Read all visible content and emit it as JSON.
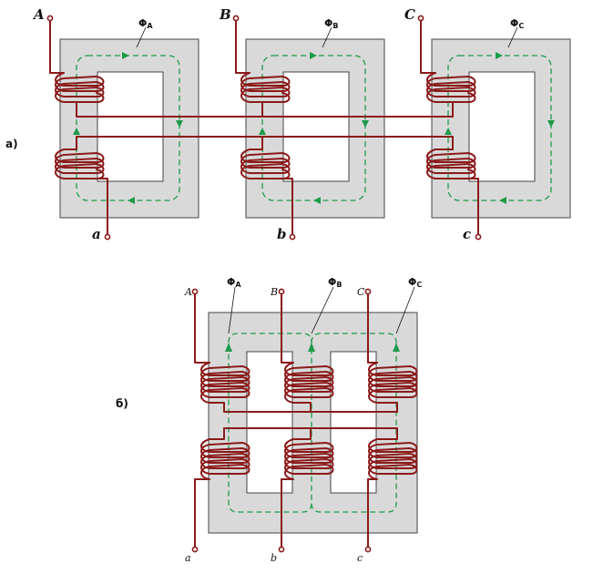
{
  "panel_a": {
    "label": "а)",
    "phases": [
      {
        "start": "A",
        "end": "a",
        "flux_symbol": "Φ",
        "flux_sub": "A"
      },
      {
        "start": "B",
        "end": "b",
        "flux_symbol": "Φ",
        "flux_sub": "B"
      },
      {
        "start": "C",
        "end": "c",
        "flux_symbol": "Φ",
        "flux_sub": "C"
      }
    ]
  },
  "panel_b": {
    "label": "б)",
    "phases": [
      {
        "start": "A",
        "end": "a",
        "flux_symbol": "Φ",
        "flux_sub": "A"
      },
      {
        "start": "B",
        "end": "b",
        "flux_symbol": "Φ",
        "flux_sub": "B"
      },
      {
        "start": "C",
        "end": "c",
        "flux_symbol": "Φ",
        "flux_sub": "C"
      }
    ]
  },
  "colors": {
    "core": "#d9d9d9",
    "winding": "#8b1a1a",
    "flux_path": "#1f9a4a"
  }
}
